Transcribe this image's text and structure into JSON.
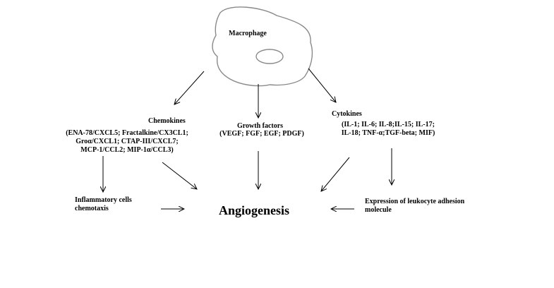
{
  "diagram": {
    "macrophage": {
      "label": "Macrophage"
    },
    "chemokines": {
      "title": "Chemokines",
      "lines": [
        "(ENA-78/CXCL5; Fractalkine/CX3CL1;",
        "Groα/CXCL1; CTAP-III/CXCL7;",
        "MCP-1/CCL2; MIP-1α/CCL3)"
      ]
    },
    "growth_factors": {
      "title": "Growth factors",
      "lines": [
        "(VEGF; FGF; EGF; PDGF)"
      ]
    },
    "cytokines": {
      "title": "Cytokines",
      "lines": [
        "(IL-1; IL-6; IL-8;IL-15; IL-17;",
        "IL-18; TNF-α;TGF-beta; MIF)"
      ]
    },
    "inflammatory": {
      "lines": [
        "Inflammatory cells",
        "chemotaxis"
      ]
    },
    "leukocyte": {
      "lines": [
        "Expression of leukocyte adhesion",
        "molecule"
      ]
    },
    "angiogenesis": {
      "label": "Angiogenesis"
    }
  }
}
